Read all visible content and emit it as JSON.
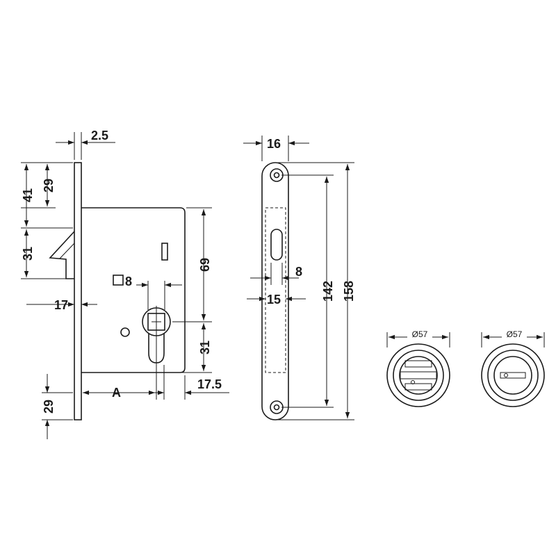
{
  "drawing": {
    "lock_body": {
      "faceplate_thickness": "2.5",
      "top_to_body": "41",
      "top_to_hook": "29",
      "hook_height": "31",
      "backset_to_hook": "17",
      "bottom_offset": "29",
      "backset": "A",
      "cylinder_offset": "17.5",
      "spindle_to_top": "69",
      "spindle_to_cylinder": "31",
      "square_spindle": "8"
    },
    "faceplate": {
      "width": "16",
      "slot_width": "8",
      "inner_width": "15",
      "screw_spacing": "142",
      "total_length": "158"
    },
    "rosettes": {
      "left_diameter": "Ø57",
      "right_diameter": "Ø57"
    }
  }
}
